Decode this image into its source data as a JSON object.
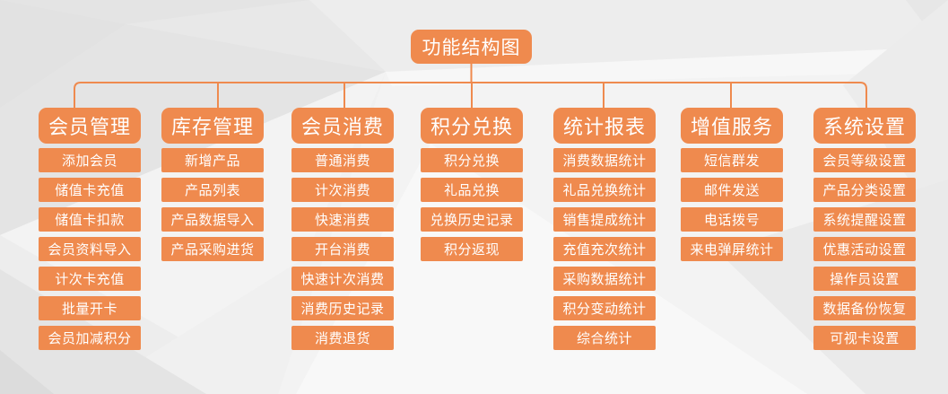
{
  "diagram": {
    "title": "功能结构图",
    "accent_color": "#EF8A4E",
    "columns": [
      {
        "header": "会员管理",
        "items": [
          "添加会员",
          "储值卡充值",
          "储值卡扣款",
          "会员资料导入",
          "计次卡充值",
          "批量开卡",
          "会员加减积分"
        ]
      },
      {
        "header": "库存管理",
        "items": [
          "新增产品",
          "产品列表",
          "产品数据导入",
          "产品采购进货"
        ]
      },
      {
        "header": "会员消费",
        "items": [
          "普通消费",
          "计次消费",
          "快速消费",
          "开台消费",
          "快速计次消费",
          "消费历史记录",
          "消费退货"
        ]
      },
      {
        "header": "积分兑换",
        "items": [
          "积分兑换",
          "礼品兑换",
          "兑换历史记录",
          "积分返现"
        ]
      },
      {
        "header": "统计报表",
        "items": [
          "消费数据统计",
          "礼品兑换统计",
          "销售提成统计",
          "充值充次统计",
          "采购数据统计",
          "积分变动统计",
          "综合统计"
        ]
      },
      {
        "header": "增值服务",
        "items": [
          "短信群发",
          "邮件发送",
          "电话拨号",
          "来电弹屏统计"
        ]
      },
      {
        "header": "系统设置",
        "items": [
          "会员等级设置",
          "产品分类设置",
          "系统提醒设置",
          "优惠活动设置",
          "操作员设置",
          "数据备份恢复",
          "可视卡设置"
        ]
      }
    ]
  }
}
